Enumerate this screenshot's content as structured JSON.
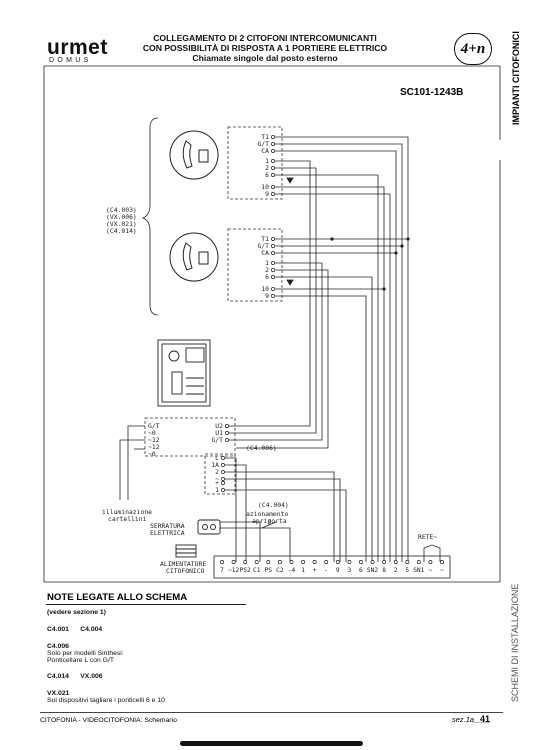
{
  "header": {
    "brand": "urmet",
    "brand_sub": "DOMUS",
    "title_lines": [
      "COLLEGAMENTO DI 2 CITOFONI INTERCOMUNICANTI",
      "CON POSSIBILITÀ DI RISPOSTA A 1 PORTIERE ELETTRICO",
      "Chiamate singole dal posto esterno"
    ],
    "badge": "4+n",
    "side_category": "IMPIANTI CITOFONICI",
    "side_section": "SCHEMI DI INSTALLAZIONE",
    "scheme_code": "SC101-1243B"
  },
  "diagram": {
    "handset_refs": [
      "(C4.003)",
      "(VX.006)",
      "(VX.021)",
      "(C4.014)"
    ],
    "handset_terminals": [
      "T1",
      "G/T",
      "CA",
      "1",
      "2",
      "6",
      "10",
      "9"
    ],
    "panel_left_terminals": [
      "G/T",
      "~0",
      "~12",
      "~12",
      "~0"
    ],
    "panel_right_terminals": [
      "U2",
      "U1",
      "G/T"
    ],
    "panel_right_terminals2": [
      "L",
      "1A",
      "2",
      "~",
      "+",
      "1"
    ],
    "ref_panel": "(C4.006)",
    "ref_button": "(C4.004)",
    "illum_label_1": "illuminazione",
    "illum_label_2": "cartellini",
    "lock_label_1": "SERRATURA",
    "lock_label_2": "ELETTRICA",
    "button_label_1": "azionamento",
    "button_label_2": "apriporta",
    "psu_label_1": "ALIMENTATORE",
    "psu_label_2": "CITOFONICO",
    "rete_label": "RETE~",
    "psu_terminals": [
      "7",
      "~12",
      "PS2",
      "C1",
      "PS",
      "C2",
      "-4",
      "1",
      "+",
      "-",
      "9",
      "3",
      "6",
      "SN2",
      "8",
      "2",
      "5",
      "SN1",
      "~",
      "~"
    ]
  },
  "notes": {
    "title": "NOTE LEGATE ALLO SCHEMA",
    "intro": "(vedere sezione 1)",
    "line1": "C4.001      C4.004",
    "c4006_code": "C4.006",
    "c4006_text1": "Solo per modelli Sinthesi:",
    "c4006_text2": "Ponticellare L con G/T",
    "line2": "C4.014      VX.006",
    "vx021_code": "VX.021",
    "vx021_text": "Sui dispositivi tagliare i ponticelli 6 e 10"
  },
  "footer": {
    "left": "CITOFONIA - VIDEOCITOFONIA: Schemario",
    "sez": "sez.1a____",
    "page": "41"
  }
}
